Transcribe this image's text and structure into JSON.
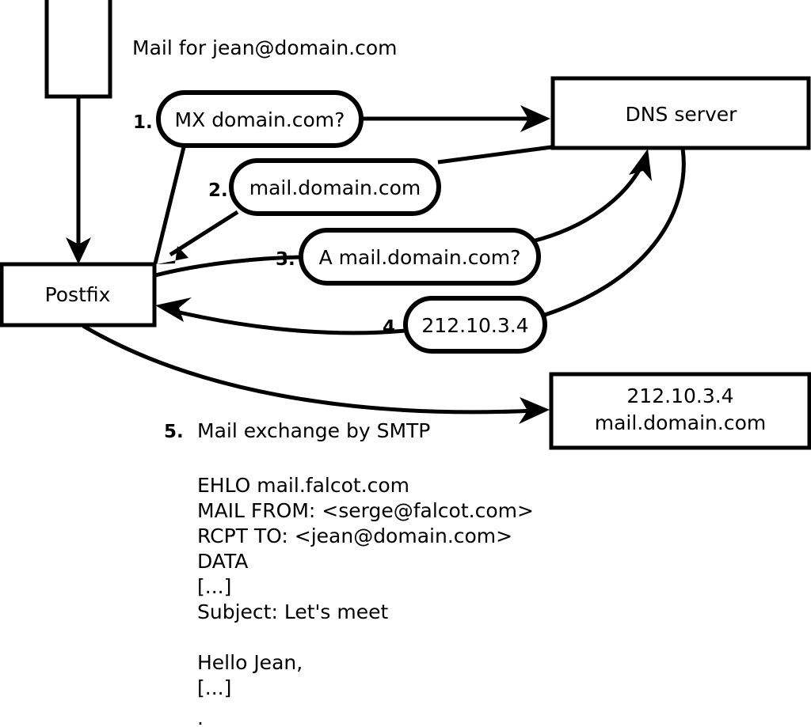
{
  "diagram": {
    "title_text": "Mail for jean@domain.com",
    "nodes": [
      {
        "id": "sender",
        "label": ""
      },
      {
        "id": "postfix",
        "label": "Postfix"
      },
      {
        "id": "dns",
        "label": "DNS server"
      },
      {
        "id": "target",
        "label_line1": "212.10.3.4",
        "label_line2": "mail.domain.com"
      }
    ],
    "steps": [
      {
        "num": "1.",
        "text": "MX domain.com?"
      },
      {
        "num": "2.",
        "text": "mail.domain.com"
      },
      {
        "num": "3.",
        "text": "A mail.domain.com?"
      },
      {
        "num": "4.",
        "text": "212.10.3.4"
      },
      {
        "num": "5.",
        "text": "Mail exchange by SMTP"
      }
    ],
    "smtp_transcript": [
      "EHLO mail.falcot.com",
      "MAIL FROM: <serge@falcot.com>",
      "RCPT TO: <jean@domain.com>",
      "DATA",
      "[...]",
      "Subject: Let's meet",
      "",
      "Hello Jean,",
      "[...]",
      "",
      "."
    ],
    "colors": {
      "stroke": "#000000",
      "fill": "#ffffff"
    }
  }
}
